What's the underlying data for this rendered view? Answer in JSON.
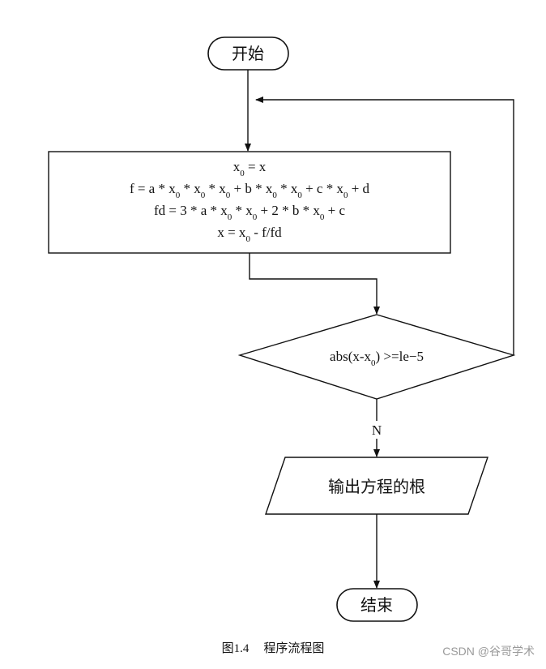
{
  "diagram": {
    "start_label": "开始",
    "process": {
      "line1": {
        "pre": "x",
        "sub": "0",
        "post": " = x"
      },
      "line2": [
        "f = a * x",
        " * x",
        " * x",
        " + b * x",
        " * x",
        " + c * x",
        " + d"
      ],
      "line3": [
        "fd = 3 * a * x",
        " * x",
        " + 2 * b * x",
        " + c"
      ],
      "line4": [
        "x = x",
        " - f/fd"
      ],
      "subscript": "0"
    },
    "decision": [
      "abs(x-x",
      ") >=le−5"
    ],
    "branch_no_label": "N",
    "output_label": "输出方程的根",
    "end_label": "结束"
  },
  "caption": {
    "number": "图1.4",
    "title": "程序流程图"
  },
  "watermark": "CSDN @谷哥学术"
}
